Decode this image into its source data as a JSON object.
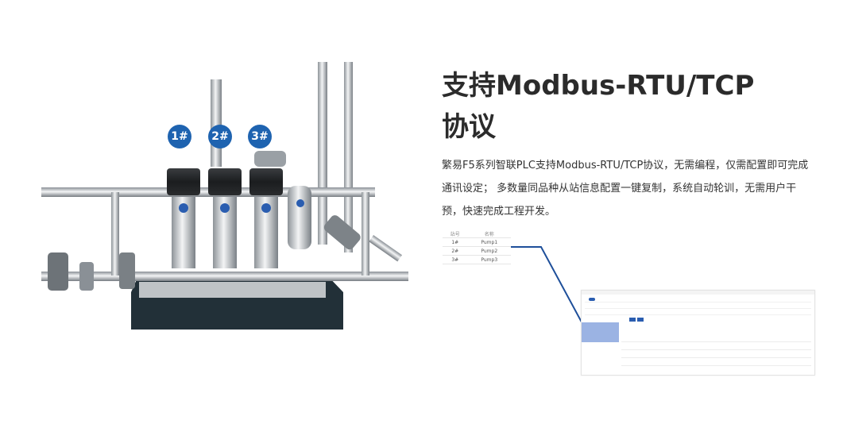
{
  "pumps": [
    {
      "label": "1#"
    },
    {
      "label": "2#"
    },
    {
      "label": "3#"
    }
  ],
  "feature": {
    "title_line1": "支持Modbus-RTU/TCP",
    "title_line2": "协议",
    "description": "繁易F5系列智联PLC支持Modbus-RTU/TCP协议，无需编程，仅需配置即可完成通讯设定； 多数量同品种从站信息配置一键复制，系统自动轮训，无需用户干预，快速完成工程开发。"
  },
  "mapping_table": {
    "headers": [
      "站号",
      "名称"
    ],
    "rows": [
      [
        "1#",
        "Pump1"
      ],
      [
        "2#",
        "Pump2"
      ],
      [
        "3#",
        "Pump3"
      ]
    ]
  },
  "colors": {
    "accent_blue": "#1e63b0",
    "title_text": "#2b2b2b",
    "body_text": "#333333",
    "skid_base": "#223038"
  }
}
